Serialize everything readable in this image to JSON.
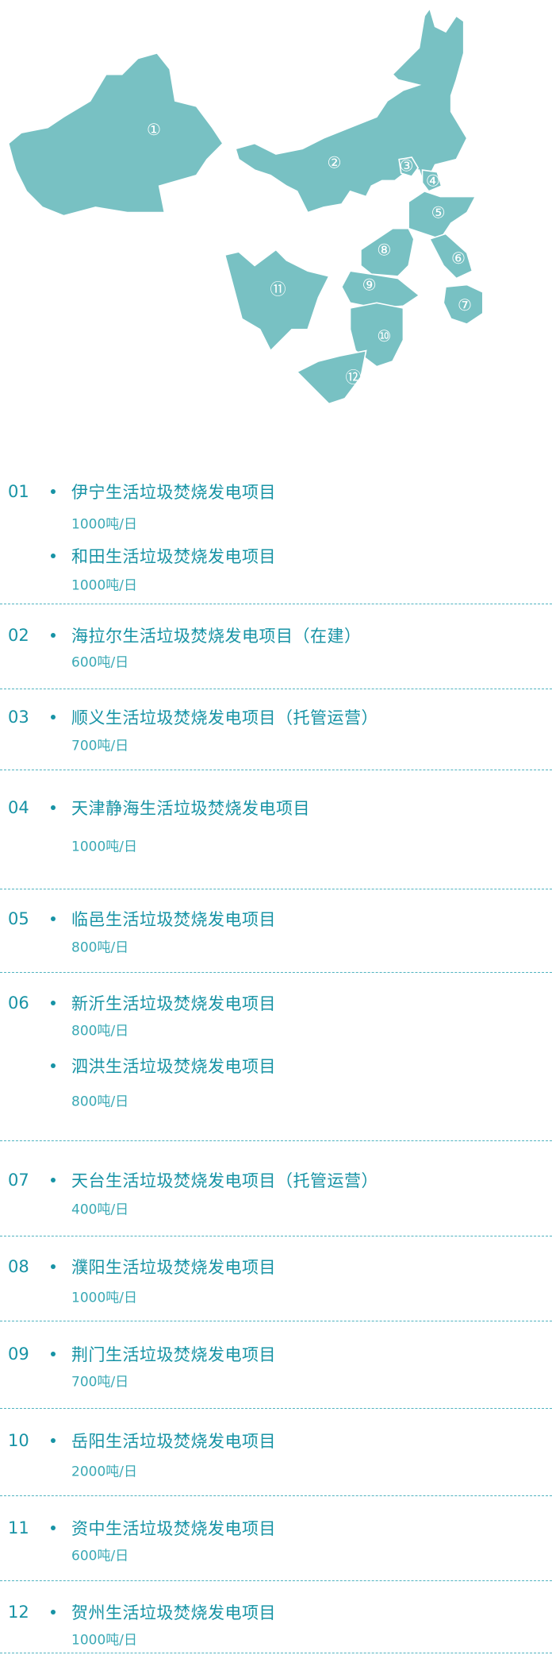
{
  "map": {
    "fill_color": "#78c1c3",
    "labels": [
      "①",
      "②",
      "③",
      "④",
      "⑤",
      "⑥",
      "⑦",
      "⑧",
      "⑨",
      "⑩",
      "⑪",
      "⑫"
    ]
  },
  "colors": {
    "accent": "#1793a5",
    "divider": "#4fb3c0"
  },
  "projects": [
    {
      "number": "01",
      "items": [
        {
          "name": "伊宁生活垃圾焚烧发电项目",
          "capacity": "1000吨/日"
        },
        {
          "name": "和田生活垃圾焚烧发电项目",
          "capacity": "1000吨/日"
        }
      ]
    },
    {
      "number": "02",
      "items": [
        {
          "name": "海拉尔生活垃圾焚烧发电项目（在建）",
          "capacity": "600吨/日"
        }
      ]
    },
    {
      "number": "03",
      "items": [
        {
          "name": "顺义生活垃圾焚烧发电项目（托管运营）",
          "capacity": "700吨/日"
        }
      ]
    },
    {
      "number": "04",
      "items": [
        {
          "name": "天津静海生活垃圾焚烧发电项目",
          "capacity": "1000吨/日"
        }
      ]
    },
    {
      "number": "05",
      "items": [
        {
          "name": "临邑生活垃圾焚烧发电项目",
          "capacity": "800吨/日"
        }
      ]
    },
    {
      "number": "06",
      "items": [
        {
          "name": "新沂生活垃圾焚烧发电项目",
          "capacity": "800吨/日"
        },
        {
          "name": "泗洪生活垃圾焚烧发电项目",
          "capacity": "800吨/日"
        }
      ]
    },
    {
      "number": "07",
      "items": [
        {
          "name": "天台生活垃圾焚烧发电项目（托管运营）",
          "capacity": "400吨/日"
        }
      ]
    },
    {
      "number": "08",
      "items": [
        {
          "name": "濮阳生活垃圾焚烧发电项目",
          "capacity": "1000吨/日"
        }
      ]
    },
    {
      "number": "09",
      "items": [
        {
          "name": "荆门生活垃圾焚烧发电项目",
          "capacity": "700吨/日"
        }
      ]
    },
    {
      "number": "10",
      "items": [
        {
          "name": "岳阳生活垃圾焚烧发电项目",
          "capacity": "2000吨/日"
        }
      ]
    },
    {
      "number": "11",
      "items": [
        {
          "name": "资中生活垃圾焚烧发电项目",
          "capacity": "600吨/日"
        }
      ]
    },
    {
      "number": "12",
      "items": [
        {
          "name": "贺州生活垃圾焚烧发电项目",
          "capacity": "1000吨/日"
        }
      ]
    }
  ]
}
